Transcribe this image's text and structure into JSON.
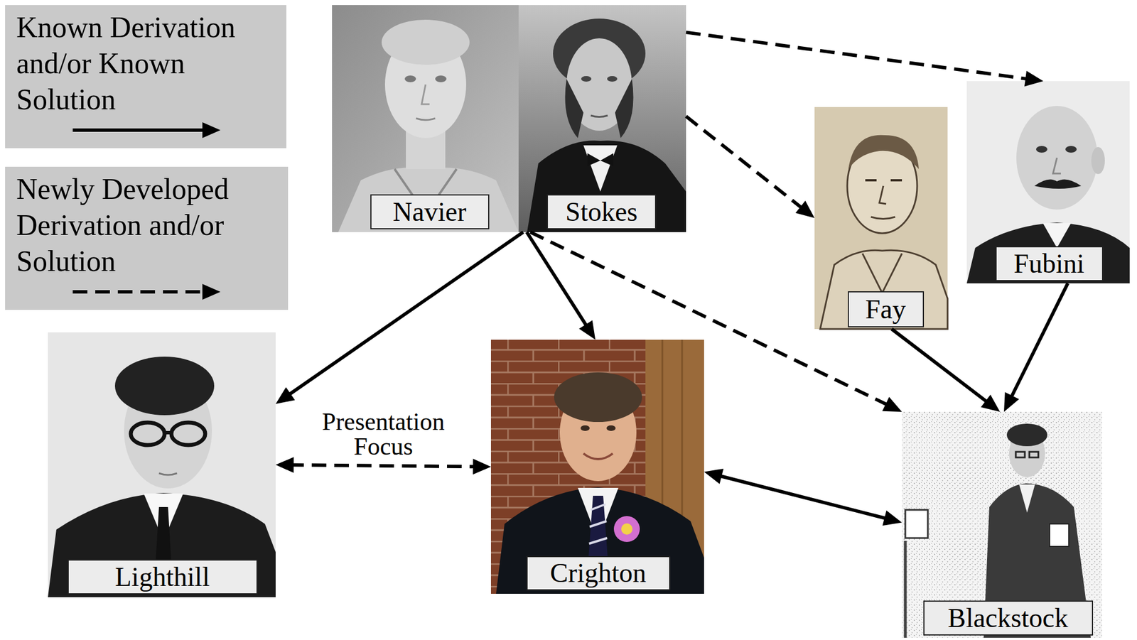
{
  "diagram": {
    "nodes": [
      {
        "text": [
          "Navier",
          "Stokes"
        ]
      },
      {
        "text": [
          "Fay"
        ]
      },
      {
        "text": [
          "Fubini"
        ]
      },
      {
        "text": [
          "Lighthill"
        ]
      },
      {
        "text": [
          "Crighton"
        ]
      },
      {
        "text": [
          "Blackstock"
        ]
      }
    ],
    "edges": [
      {
        "from": 0,
        "to": 2,
        "arrow": "to"
      },
      {
        "from": 0,
        "to": 1,
        "arrow": "to"
      },
      {
        "from": 0,
        "to": 3,
        "arrow": "to"
      },
      {
        "from": 0,
        "to": 4,
        "arrow": "to"
      },
      {
        "from": 0,
        "to": 5,
        "arrow": "to"
      },
      {
        "from": 1,
        "to": 5,
        "arrow": "to"
      },
      {
        "from": 2,
        "to": 5,
        "arrow": "to"
      },
      {
        "from": 3,
        "to": 4,
        "arrow": "both",
        "label": "Presentation Focus"
      },
      {
        "from": 4,
        "to": 5,
        "arrow": "both"
      }
    ],
    "legend": [
      {
        "text": "Known Derivation and/or Known Solution"
      },
      {
        "text": "Newly Developed Derivation and/or Solution"
      }
    ]
  }
}
